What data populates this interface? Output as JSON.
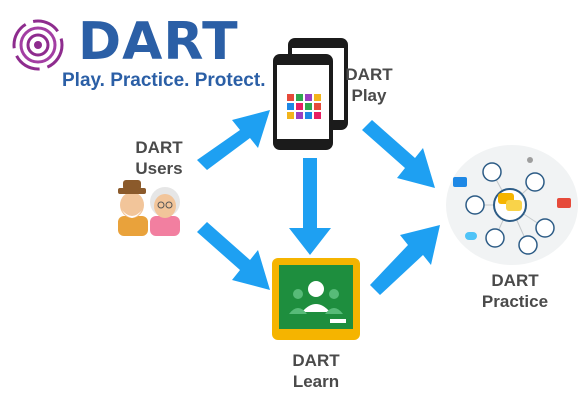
{
  "logo": {
    "wordmark": "DART",
    "tagline": "Play. Practice. Protect."
  },
  "nodes": {
    "users": {
      "line1": "DART",
      "line2": "Users"
    },
    "play": {
      "line1": "DART",
      "line2": "Play"
    },
    "learn": {
      "line1": "DART",
      "line2": "Learn"
    },
    "practice": {
      "line1": "DART",
      "line2": "Practice"
    }
  },
  "colors": {
    "brand": "#2b5fa6",
    "arrow": "#1ea0f2",
    "logo_ring": "#8e2c8e",
    "classroom_frame": "#f5b400",
    "classroom_board": "#1e8e3e",
    "label": "#4a4a4a"
  },
  "icons": [
    "target-logo-icon",
    "smartphones-icon",
    "elderly-couple-icon",
    "google-classroom-icon",
    "social-network-icon"
  ]
}
